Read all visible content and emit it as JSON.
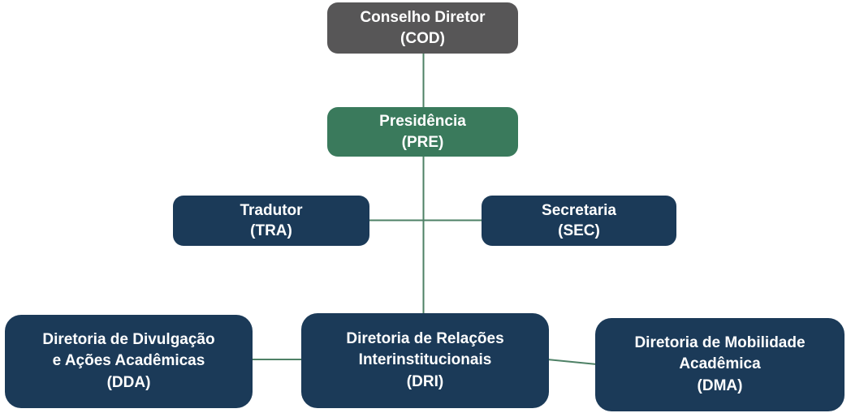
{
  "diagram": {
    "type": "org-chart",
    "colors": {
      "node_gray": "#575657",
      "node_green": "#3A7A5C",
      "node_navy": "#1B3A58",
      "connector": "#4E8166",
      "text": "#FFFFFF",
      "background": "#FFFFFF"
    },
    "nodes": [
      {
        "id": "cod",
        "lines": [
          "Conselho Diretor",
          "(COD)"
        ]
      },
      {
        "id": "pre",
        "lines": [
          "Presidência",
          "(PRE)"
        ]
      },
      {
        "id": "tra",
        "lines": [
          "Tradutor",
          "(TRA)"
        ]
      },
      {
        "id": "sec",
        "lines": [
          "Secretaria",
          "(SEC)"
        ]
      },
      {
        "id": "dda",
        "lines": [
          "Diretoria de Divulgação",
          "e Ações Acadêmicas",
          "(DDA)"
        ]
      },
      {
        "id": "dri",
        "lines": [
          "Diretoria de Relações",
          "Interinstitucionais",
          "(DRI)"
        ]
      },
      {
        "id": "dma",
        "lines": [
          "Diretoria de Mobilidade",
          "Acadêmica",
          "(DMA)"
        ]
      }
    ],
    "edges": [
      {
        "from": "cod",
        "to": "pre"
      },
      {
        "from": "pre",
        "to": "dri"
      },
      {
        "from": "tra",
        "to": "sec"
      },
      {
        "from": "dda",
        "to": "dri"
      },
      {
        "from": "dri",
        "to": "dma"
      }
    ]
  }
}
